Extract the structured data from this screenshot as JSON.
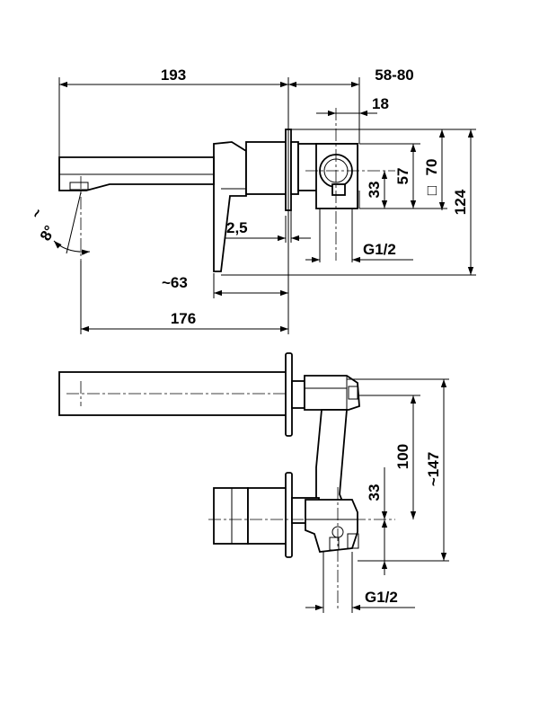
{
  "side_view": {
    "dims": {
      "spout_length": "193",
      "wall_depth_range": "58-80",
      "center_offset": "18",
      "rosette_height": "70",
      "square_symbol": "□",
      "box_height": "57",
      "pipe_height": "33",
      "total_height": "124",
      "plate_gap": "2,5",
      "thread": "G1/2",
      "lever_depth": "~63",
      "spout_projection": "176",
      "angle": "8°",
      "angle_tilde": "~"
    }
  },
  "front_view": {
    "dims": {
      "spout_to_valve": "100",
      "overall_height": "~147",
      "pipe_height": "33",
      "thread": "G1/2"
    }
  }
}
